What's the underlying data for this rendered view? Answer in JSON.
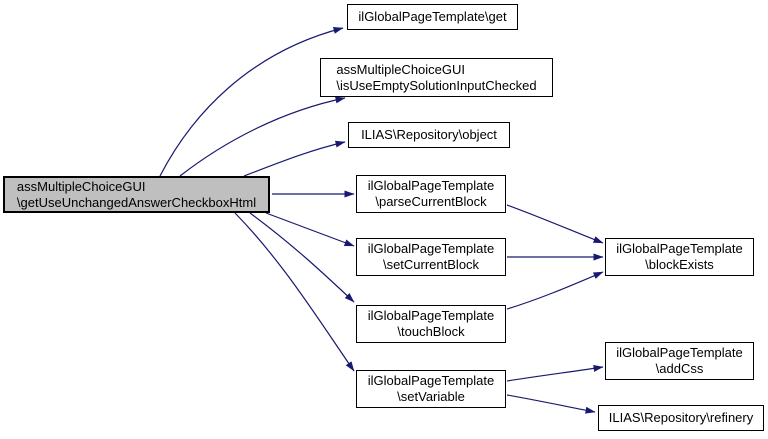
{
  "graph": {
    "kind": "doxygen-call-graph",
    "colors": {
      "background": "#ffffff",
      "edge": "#191970",
      "node_border": "#000000",
      "node_fill": "#ffffff",
      "highlight_fill": "#bfbfbf",
      "text": "#000000"
    },
    "nodes": [
      {
        "id": "getUseUnchangedAnswerCheckboxHtml",
        "highlighted": true,
        "label_lines": [
          "assMultipleChoiceGUI",
          "\\getUseUnchangedAnswerCheckboxHtml"
        ]
      },
      {
        "id": "get",
        "highlighted": false,
        "label_lines": [
          "ilGlobalPageTemplate\\get"
        ]
      },
      {
        "id": "isUseEmptySolutionInputChecked",
        "highlighted": false,
        "label_lines": [
          "assMultipleChoiceGUI",
          "\\isUseEmptySolutionInputChecked"
        ]
      },
      {
        "id": "object",
        "highlighted": false,
        "label_lines": [
          "ILIAS\\Repository\\object"
        ]
      },
      {
        "id": "parseCurrentBlock",
        "highlighted": false,
        "label_lines": [
          "ilGlobalPageTemplate",
          "\\parseCurrentBlock"
        ]
      },
      {
        "id": "setCurrentBlock",
        "highlighted": false,
        "label_lines": [
          "ilGlobalPageTemplate",
          "\\setCurrentBlock"
        ]
      },
      {
        "id": "touchBlock",
        "highlighted": false,
        "label_lines": [
          "ilGlobalPageTemplate",
          "\\touchBlock"
        ]
      },
      {
        "id": "setVariable",
        "highlighted": false,
        "label_lines": [
          "ilGlobalPageTemplate",
          "\\setVariable"
        ]
      },
      {
        "id": "blockExists",
        "highlighted": false,
        "label_lines": [
          "ilGlobalPageTemplate",
          "\\blockExists"
        ]
      },
      {
        "id": "addCss",
        "highlighted": false,
        "label_lines": [
          "ilGlobalPageTemplate",
          "\\addCss"
        ]
      },
      {
        "id": "refinery",
        "highlighted": false,
        "label_lines": [
          "ILIAS\\Repository\\refinery"
        ]
      }
    ],
    "edges": [
      {
        "from": "getUseUnchangedAnswerCheckboxHtml",
        "to": "get"
      },
      {
        "from": "getUseUnchangedAnswerCheckboxHtml",
        "to": "isUseEmptySolutionInputChecked"
      },
      {
        "from": "getUseUnchangedAnswerCheckboxHtml",
        "to": "object"
      },
      {
        "from": "getUseUnchangedAnswerCheckboxHtml",
        "to": "parseCurrentBlock"
      },
      {
        "from": "getUseUnchangedAnswerCheckboxHtml",
        "to": "setCurrentBlock"
      },
      {
        "from": "getUseUnchangedAnswerCheckboxHtml",
        "to": "touchBlock"
      },
      {
        "from": "getUseUnchangedAnswerCheckboxHtml",
        "to": "setVariable"
      },
      {
        "from": "parseCurrentBlock",
        "to": "blockExists"
      },
      {
        "from": "setCurrentBlock",
        "to": "blockExists"
      },
      {
        "from": "touchBlock",
        "to": "blockExists"
      },
      {
        "from": "setVariable",
        "to": "addCss"
      },
      {
        "from": "setVariable",
        "to": "refinery"
      }
    ]
  }
}
